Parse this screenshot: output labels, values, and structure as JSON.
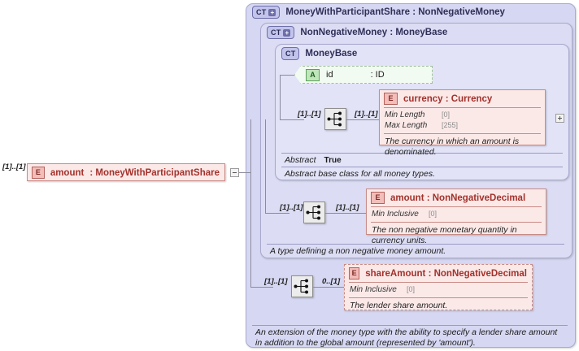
{
  "diagram": {
    "title": "MoneyWithParticipantShare : NonNegativeMoney",
    "root_element": {
      "cardinality": "[1]..[1]",
      "badge": "E",
      "name": "amount",
      "type": ": MoneyWithParticipantShare",
      "toggle": "minus"
    },
    "panels": [
      {
        "badge": "CT",
        "expander": "+",
        "title": "MoneyWithParticipantShare : NonNegativeMoney",
        "documentation": "An extension of the money type with the ability to specify a lender share amount in addition to the global amount (represented by 'amount')."
      },
      {
        "badge": "CT",
        "expander": "+",
        "title": "NonNegativeMoney : MoneyBase",
        "documentation": "A type defining a non negative money amount."
      },
      {
        "badge": "CT",
        "expander": "",
        "title": "MoneyBase",
        "abstract_label": "Abstract",
        "abstract_value": "True",
        "documentation": "Abstract base class for all money types."
      }
    ],
    "attribute": {
      "badge": "A",
      "name": "id",
      "type": ": ID"
    },
    "elements": [
      {
        "badge": "E",
        "name": "currency : Currency",
        "facets": [
          {
            "label": "Min Length",
            "value": "[0]"
          },
          {
            "label": "Max Length",
            "value": "[255]"
          }
        ],
        "documentation": "The currency in which an amount is denominated.",
        "cardinality_in": "[1]..[1]",
        "cardinality_out": "[1]..[1]",
        "optional": false
      },
      {
        "badge": "E",
        "name": "amount : NonNegativeDecimal",
        "facets": [
          {
            "label": "Min Inclusive",
            "value": "[0]"
          }
        ],
        "documentation": "The non negative monetary quantity in currency units.",
        "cardinality_in": "[1]..[1]",
        "cardinality_out": "[1]..[1]",
        "optional": false
      },
      {
        "badge": "E",
        "name": "shareAmount : NonNegativeDecimal",
        "facets": [
          {
            "label": "Min Inclusive",
            "value": "[0]"
          }
        ],
        "documentation": "The lender share amount.",
        "cardinality_in": "[1]..[1]",
        "cardinality_out": "0..[1]",
        "optional": true
      }
    ],
    "toggles": [
      {
        "name": "currency-expander",
        "symbol": "+"
      }
    ],
    "colors": {
      "panel_outer": "#d6d7f2",
      "panel_mid": "#dcddf4",
      "panel_inner": "#e2e3f7",
      "element_fill": "#fbe9e8",
      "element_border": "#c98b86",
      "element_text": "#a3312b",
      "attribute_fill": "#f2fbf1",
      "attribute_border": "#9fbf9c",
      "connector": "#8b8b9e"
    }
  }
}
